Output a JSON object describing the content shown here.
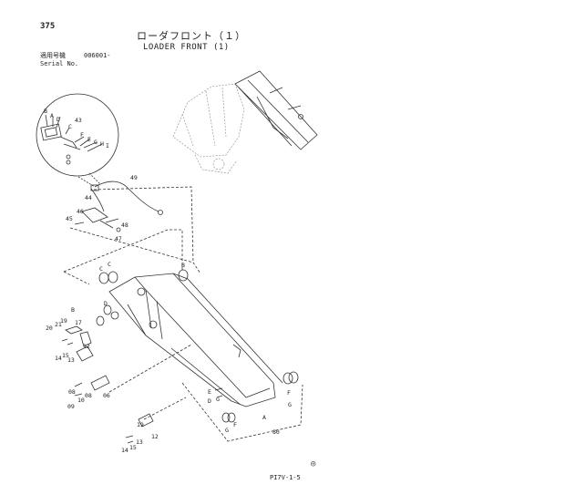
{
  "header": {
    "page_number": "375",
    "title_jp": "ローダフロント（１）",
    "title_en": "LOADER FRONT (1)",
    "serial_label_jp": "適用号機",
    "serial_value": "006001-",
    "serial_label_en": "Serial No."
  },
  "footer": {
    "code": "PI7V-1-5",
    "mark": "◎"
  },
  "callouts": {
    "A": "A",
    "B": "B",
    "C": "C",
    "D": "D",
    "E": "E",
    "F": "F",
    "G": "G",
    "H": "H",
    "I": "I",
    "n06": "06",
    "n08": "08",
    "n09": "09",
    "n10": "10",
    "n12": "12",
    "n13": "13",
    "n14": "14",
    "n15": "15",
    "n17": "17",
    "n19": "19",
    "n20": "20",
    "n21": "21",
    "n43": "43",
    "n44": "44",
    "n45": "45",
    "n46": "46",
    "n47": "47",
    "n48": "48",
    "n49": "49",
    "n80": "80"
  }
}
